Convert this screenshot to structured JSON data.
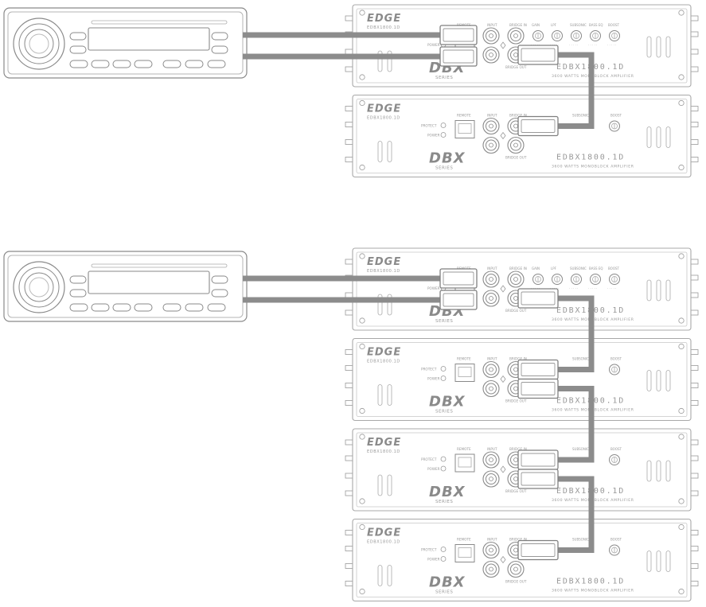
{
  "colors": {
    "outline": "#8a8a8a",
    "panel_fill": "#ffffff",
    "cable": "#8c8c8c",
    "text": "#9a9a9a"
  },
  "amplifier": {
    "brand": "EDGE",
    "brand_model": "EDBX1800.1D",
    "series_logo": "DBX",
    "series_word": "SERIES",
    "model": "EDBX1800.1D",
    "tagline": "3600 WATTS MONOBLOCK AMPLIFIER",
    "indicators": [
      "PROTECT",
      "POWER"
    ],
    "remote_label": "REMOTE",
    "input_label": "INPUT",
    "bridge_in_label": "BRIDGE IN",
    "bridge_out_label": "BRIDGE OUT",
    "knob_labels": [
      "GAIN",
      "LPF",
      "SUBSONIC",
      "BASS EQ",
      "BOOST"
    ],
    "knob_icon": "knob-icon",
    "cable_plug_icon": "rca-plug-icon"
  },
  "diagrams": [
    {
      "name": "two-amp-chain",
      "amp_count": 2
    },
    {
      "name": "four-amp-chain",
      "amp_count": 4
    }
  ]
}
